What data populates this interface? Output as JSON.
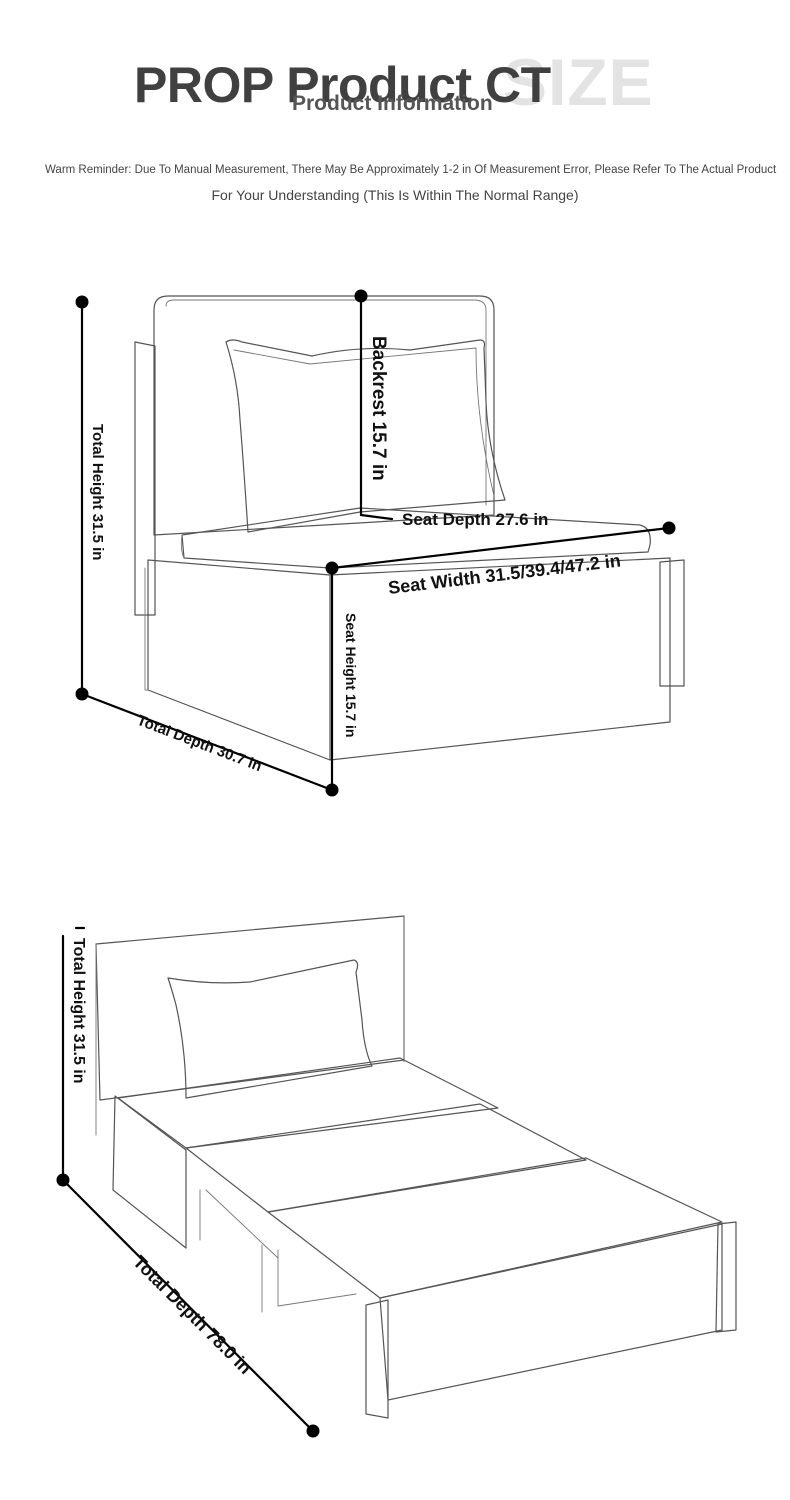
{
  "header": {
    "title": "PROP Product CT",
    "title_watermark": "SIZE",
    "subtitle": "Product Information",
    "reminder_line1": "Warm Reminder: Due To Manual Measurement, There May Be Approximately 1-2 in Of Measurement Error, Please Refer To The Actual Product",
    "reminder_line2": "For Your Understanding (This Is Within The Normal Range)"
  },
  "chair": {
    "total_height": "Total Height 31.5 in",
    "backrest": "Backrest 15.7 in",
    "seat_depth": "Seat Depth 27.6 in",
    "seat_width": "Seat Width 31.5/39.4/47.2 in",
    "seat_height": "Seat Height 15.7 in",
    "total_depth": "Total Depth 30.7 in"
  },
  "bed": {
    "total_height": "Total Height 31.5 in",
    "total_depth": "Total Depth 78.0 in"
  },
  "colors": {
    "title": "#404040",
    "watermark": "#e3e3e3",
    "line": "#555555",
    "dimension": "#000000"
  }
}
